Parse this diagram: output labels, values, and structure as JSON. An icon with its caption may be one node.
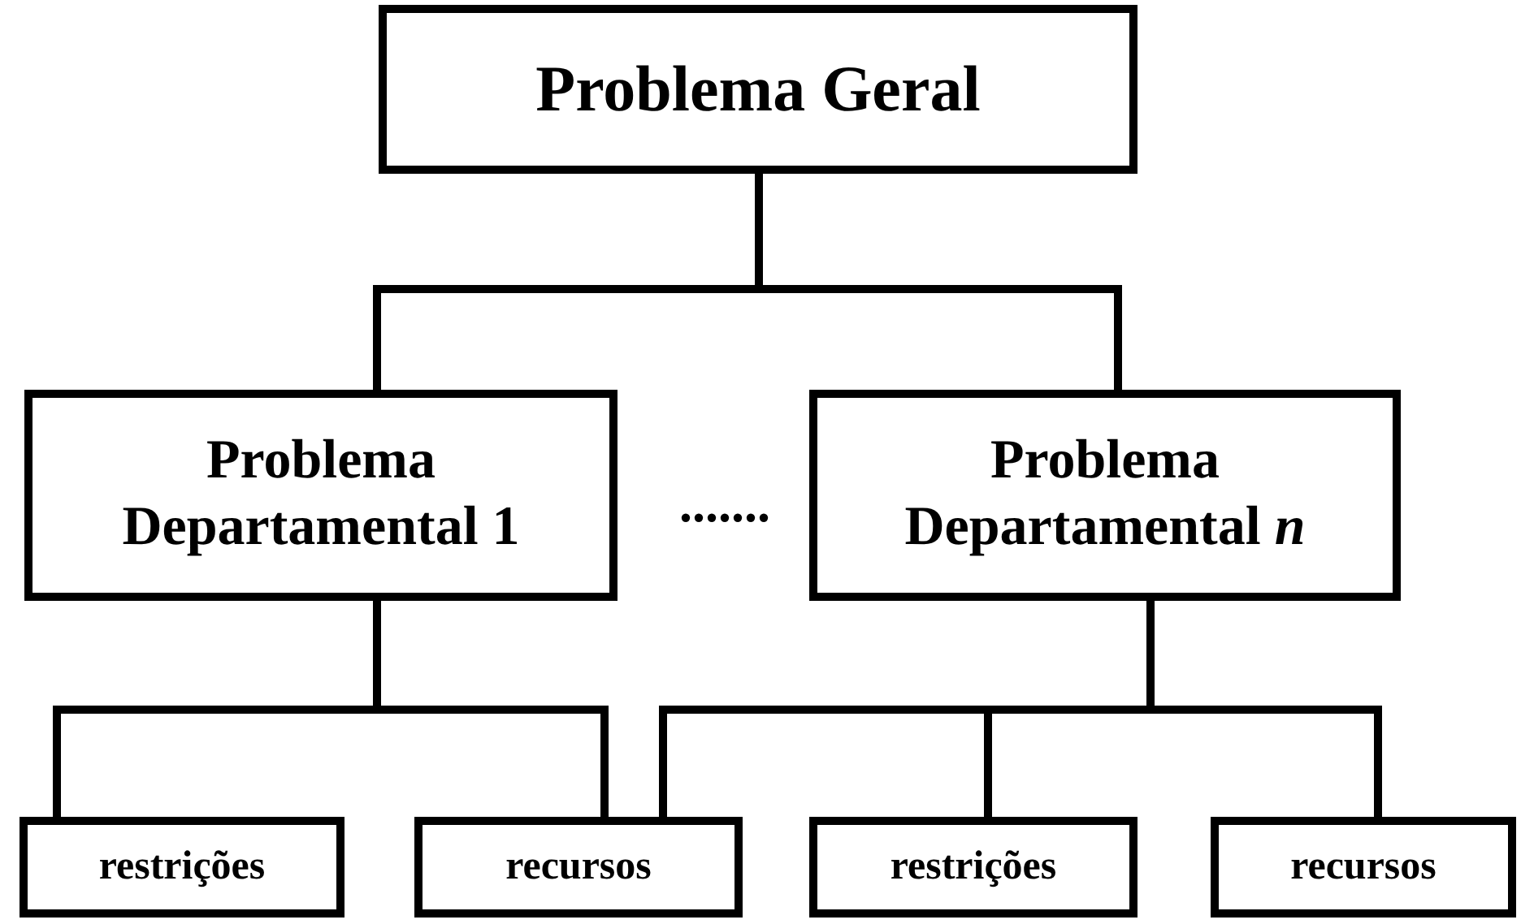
{
  "diagram": {
    "nodes": [
      {
        "text": [
          "Problema Geral"
        ]
      },
      {
        "text": [
          "Problema Departamental 1"
        ]
      },
      {
        "text": [
          "Problema Departamental *n*"
        ]
      },
      {
        "text": [
          "restrições"
        ]
      },
      {
        "text": [
          "recursos"
        ]
      },
      {
        "text": [
          "restrições"
        ]
      },
      {
        "text": [
          "recursos"
        ]
      }
    ],
    "edges": [
      {
        "from": 0,
        "to": 1,
        "arrow": "none"
      },
      {
        "from": 0,
        "to": 2,
        "arrow": "none"
      },
      {
        "from": 1,
        "to": 3,
        "arrow": "none"
      },
      {
        "from": 1,
        "to": 4,
        "arrow": "none"
      },
      {
        "from": 2,
        "to": 4,
        "arrow": "none"
      },
      {
        "from": 2,
        "to": 5,
        "arrow": "none"
      },
      {
        "from": 2,
        "to": 6,
        "arrow": "none"
      }
    ],
    "labels": [
      "......."
    ]
  }
}
